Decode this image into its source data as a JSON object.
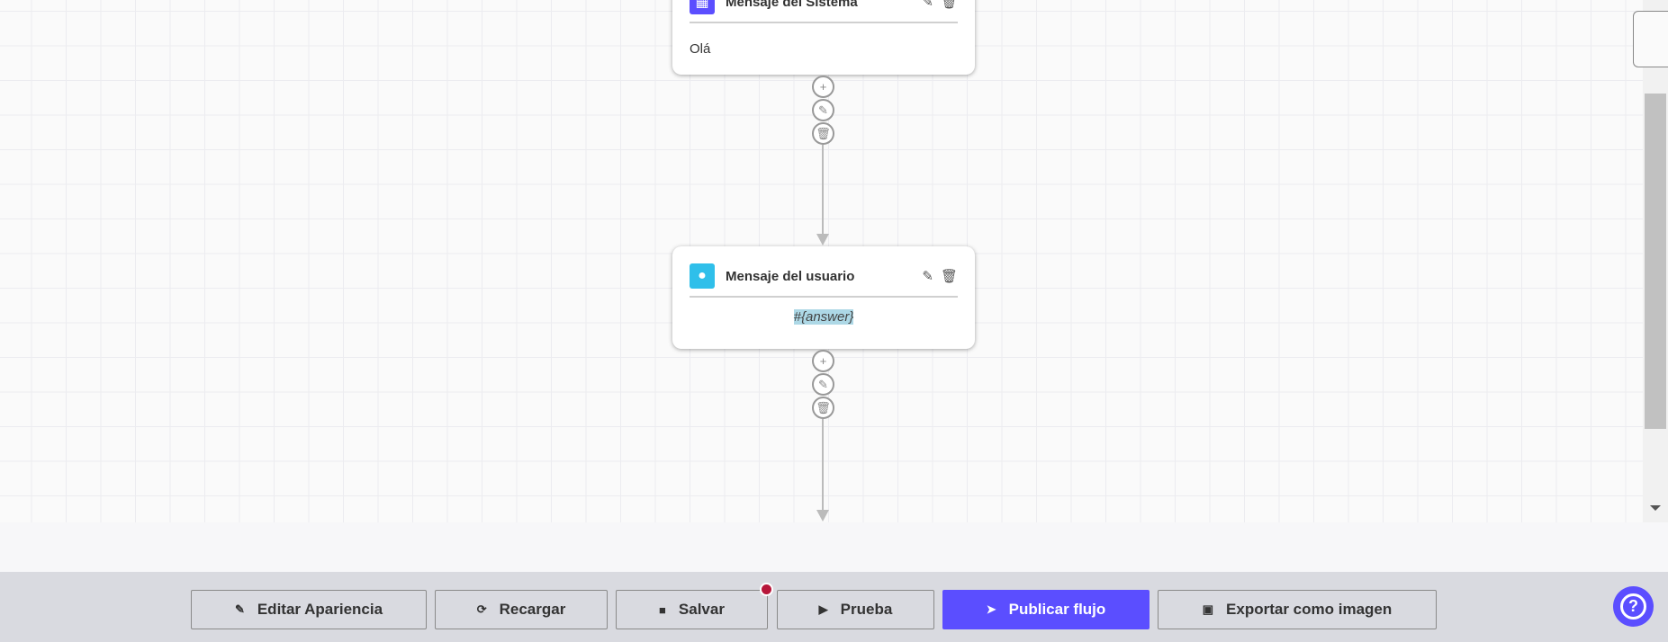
{
  "nodes": [
    {
      "type": "system",
      "title": "Mensaje del Sistema",
      "content": "Olá",
      "icon": "robot-icon",
      "color": "#5b4eff"
    },
    {
      "type": "user",
      "title": "Mensaje del usuario",
      "content": "#{answer}",
      "icon": "user-icon",
      "color": "#2fbfea"
    }
  ],
  "toolbar": {
    "edit_appearance": "Editar Apariencia",
    "reload": "Recargar",
    "save": "Salvar",
    "test": "Prueba",
    "publish": "Publicar flujo",
    "export": "Exportar como imagen"
  },
  "colors": {
    "accent": "#5b4eff",
    "unsaved_dot": "#b7163a",
    "highlight": "#add8e6"
  }
}
